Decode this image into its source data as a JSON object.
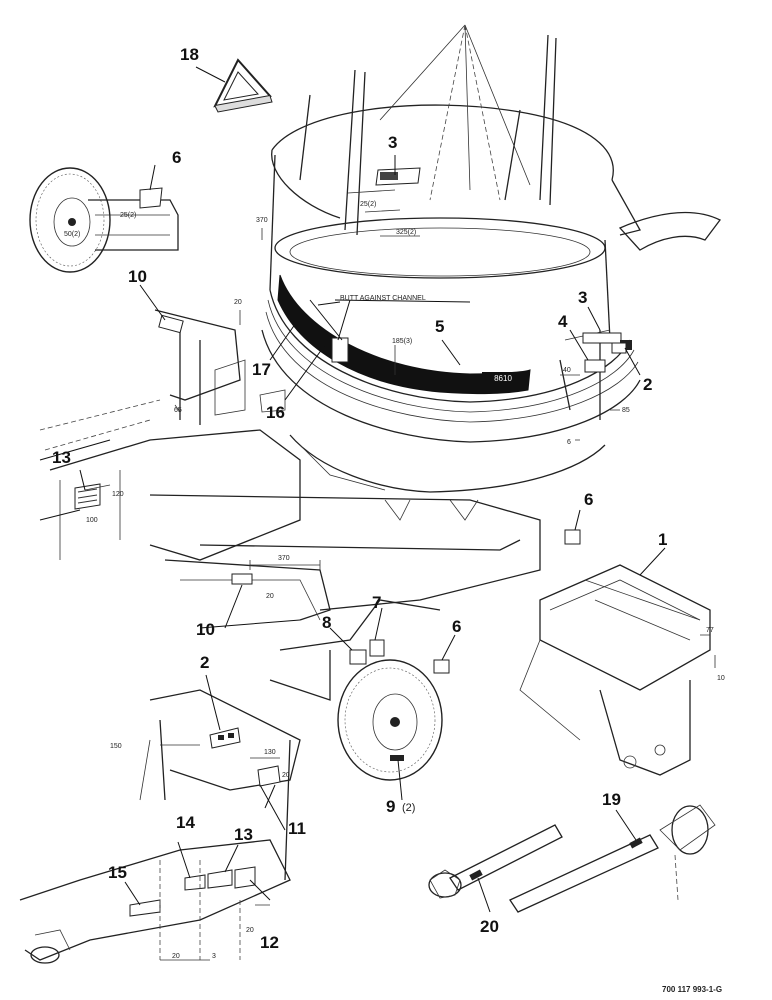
{
  "diagram": {
    "callouts": {
      "c1": "1",
      "c2a": "2",
      "c2b": "2",
      "c3a": "3",
      "c3b": "3",
      "c4": "4",
      "c5": "5",
      "c6a": "6",
      "c6b": "6",
      "c6c": "6",
      "c7": "7",
      "c8": "8",
      "c9": "9",
      "c9q": "(2)",
      "c10a": "10",
      "c10b": "10",
      "c11": "11",
      "c12": "12",
      "c13a": "13",
      "c13b": "13",
      "c14": "14",
      "c15": "15",
      "c16": "16",
      "c17": "17",
      "c18": "18",
      "c19": "19",
      "c20": "20"
    },
    "notes": {
      "butt_against_channel": "BUTT AGAINST CHANNEL",
      "model": "8610",
      "drawing_number": "700 117 993-1-G"
    },
    "dimensions": {
      "d370a": "370",
      "d25_2": "25(2)",
      "d325_2": "325(2)",
      "d25_2b": "25(2)",
      "d50_2": "50(2)",
      "d20a": "20",
      "d65": "65",
      "d185_3": "185(3)",
      "d40": "40",
      "d85": "85",
      "d6": "6",
      "d120": "120",
      "d100": "100",
      "d370b": "370",
      "d20b": "20",
      "d77": "77",
      "d10": "10",
      "d150": "150",
      "d130": "130",
      "d20c": "20",
      "d20d": "20",
      "d20e": "20",
      "d3": "3"
    }
  }
}
